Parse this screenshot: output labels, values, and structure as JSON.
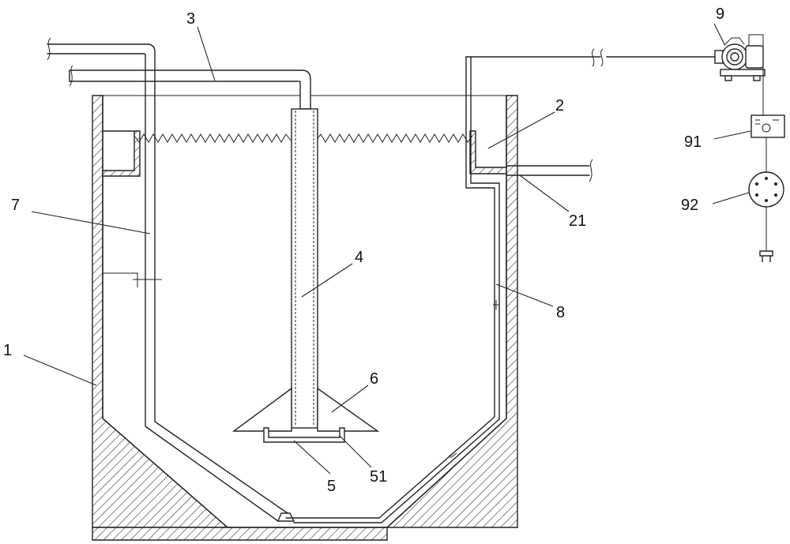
{
  "labels": {
    "l1": "1",
    "l2": "2",
    "l21": "21",
    "l3": "3",
    "l4": "4",
    "l5": "5",
    "l51": "51",
    "l6": "6",
    "l7": "7",
    "l8": "8",
    "l9": "9",
    "l91": "91",
    "l92": "92"
  },
  "colors": {
    "line": "#222222",
    "background": "#ffffff"
  }
}
